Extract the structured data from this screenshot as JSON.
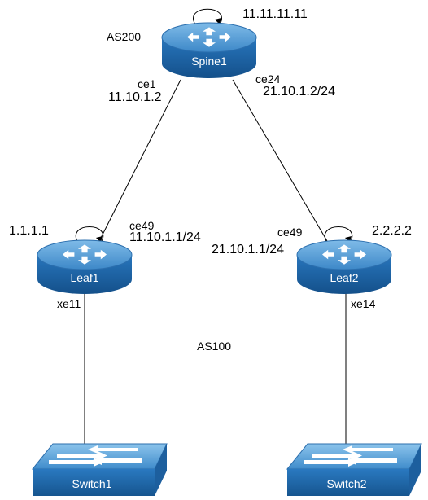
{
  "as_labels": {
    "spine": "AS200",
    "leaf": "AS100"
  },
  "devices": {
    "spine1": {
      "name": "Spine1",
      "router_id": "11.11.11.11"
    },
    "leaf1": {
      "name": "Leaf1",
      "router_id": "1.1.1.1"
    },
    "leaf2": {
      "name": "Leaf2",
      "router_id": "2.2.2.2"
    },
    "switch1": {
      "name": "Switch1"
    },
    "switch2": {
      "name": "Switch2"
    }
  },
  "links": {
    "spine_leaf1": {
      "spine_port": "ce1",
      "spine_ip": "11.10.1.2",
      "leaf_port": "ce49",
      "leaf_ip": "11.10.1.1/24"
    },
    "spine_leaf2": {
      "spine_port": "ce24",
      "spine_ip": "21.10.1.2/24",
      "leaf_port": "ce49",
      "leaf_ip": "21.10.1.1/24"
    },
    "leaf1_switch1": {
      "leaf_port": "xe11"
    },
    "leaf2_switch2": {
      "leaf_port": "xe14"
    }
  },
  "colors": {
    "device_top": "#4f9ad4",
    "device_body": "#1f69ad",
    "device_bottom": "#164f87",
    "link": "#000000"
  }
}
